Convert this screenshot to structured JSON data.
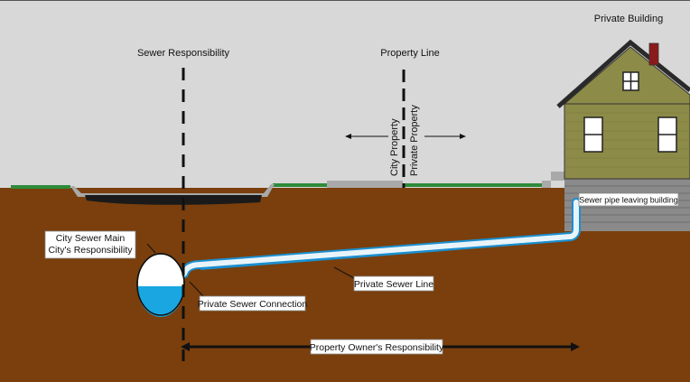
{
  "labels": {
    "sewer_responsibility": "Sewer Responsibility",
    "property_line": "Property Line",
    "private_building": "Private Building",
    "city_property": "City Property",
    "private_property": "Private Property",
    "city_sewer_main_line1": "City Sewer Main",
    "city_sewer_main_line2": "City's Responsibility",
    "private_sewer_connection": "Private Sewer Connection",
    "private_sewer_line": "Private Sewer Line",
    "sewer_pipe_leaving_building": "Sewer pipe leaving building",
    "property_owners_responsibility": "Property Owner's Responsibility"
  },
  "colors": {
    "sky": "#d8d8d8",
    "soil": "#7a3f0c",
    "grass": "#2e8b3a",
    "road": "#1a1a1a",
    "sidewalk": "#a9a9a9",
    "house_siding": "#8c8b47",
    "roof": "#2a2a2a",
    "foundation": "#8a8a8a",
    "chimney": "#8b1a1a",
    "water": "#1aa6e0",
    "pipe_light": "#e8f4fa",
    "pipe_dark": "#1a8fd0"
  }
}
